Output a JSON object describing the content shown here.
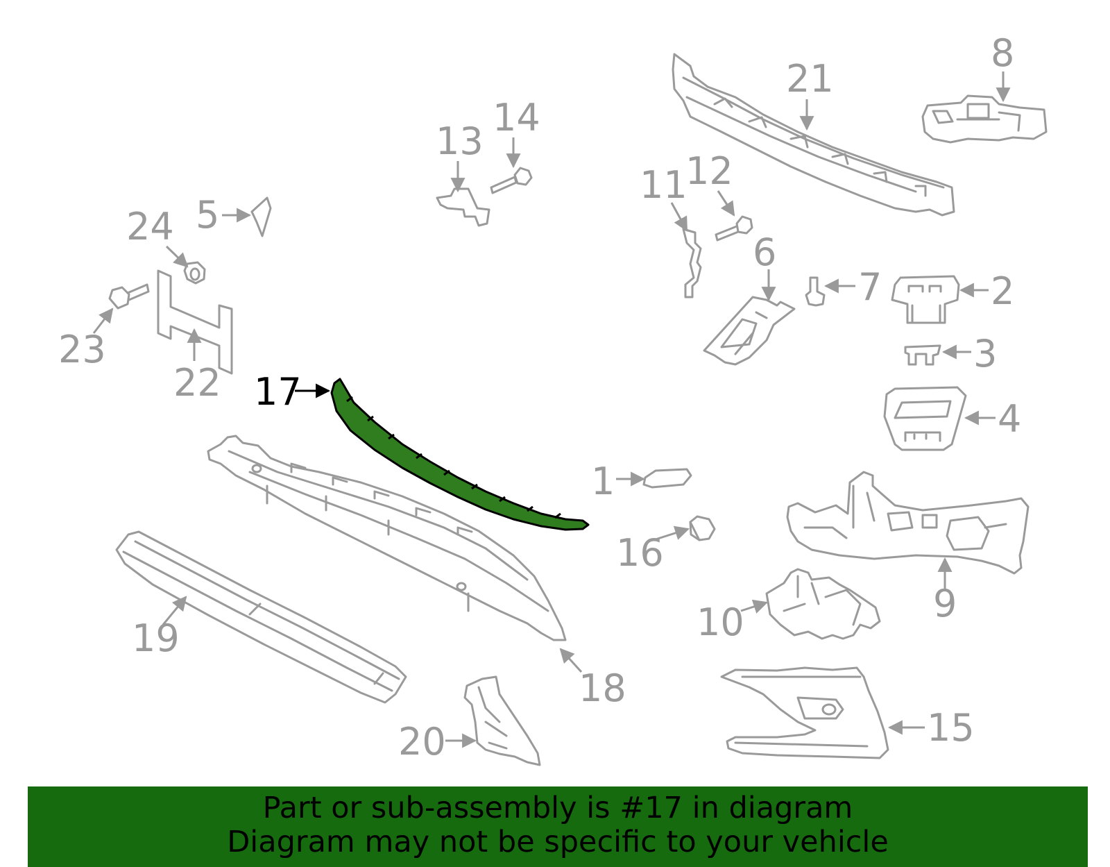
{
  "diagram": {
    "highlighted_part": "17",
    "highlight_color": "#2f7d1f",
    "part_color": "#9a9a9a",
    "callouts": {
      "c1": "1",
      "c2": "2",
      "c3": "3",
      "c4": "4",
      "c5": "5",
      "c6": "6",
      "c7": "7",
      "c8": "8",
      "c9": "9",
      "c10": "10",
      "c11": "11",
      "c12": "12",
      "c13": "13",
      "c14": "14",
      "c15": "15",
      "c16": "16",
      "c17": "17",
      "c18": "18",
      "c19": "19",
      "c20": "20",
      "c21": "21",
      "c22": "22",
      "c23": "23",
      "c24": "24"
    }
  },
  "banner": {
    "background": "#156b0e",
    "line1": "Part or sub-assembly is #17 in diagram",
    "line2": "Diagram may not be specific to your vehicle"
  }
}
